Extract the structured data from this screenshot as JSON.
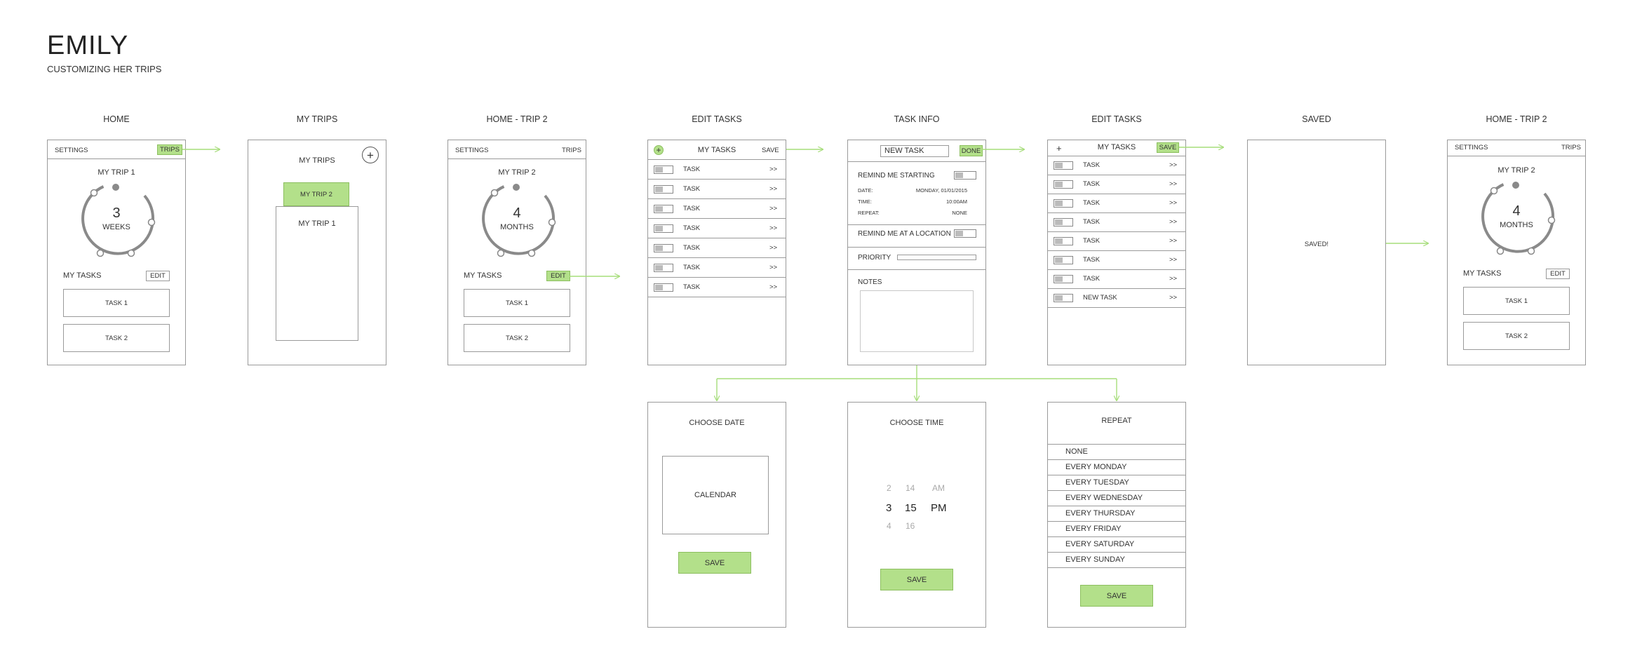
{
  "header": {
    "title": "EMILY",
    "subtitle": "CUSTOMIZING HER TRIPS"
  },
  "screen_titles": {
    "home": "HOME",
    "my_trips": "MY TRIPS",
    "home_trip2": "HOME - TRIP 2",
    "edit_tasks": "EDIT TASKS",
    "task_info": "TASK INFO",
    "edit_tasks2": "EDIT TASKS",
    "saved": "SAVED",
    "home_trip2_final": "HOME - TRIP 2"
  },
  "home": {
    "settings": "SETTINGS",
    "trips": "TRIPS",
    "trip_name": "MY TRIP 1",
    "count": "3",
    "unit": "WEEKS",
    "tasks_label": "MY TASKS",
    "edit": "EDIT",
    "tasks": [
      "TASK 1",
      "TASK 2"
    ]
  },
  "my_trips": {
    "heading": "MY TRIPS",
    "add_icon": "+",
    "trip2": "MY TRIP 2",
    "trip1": "MY TRIP 1"
  },
  "home_trip2": {
    "settings": "SETTINGS",
    "trips": "TRIPS",
    "trip_name": "MY TRIP 2",
    "count": "4",
    "unit": "MONTHS",
    "tasks_label": "MY TASKS",
    "edit": "EDIT",
    "tasks": [
      "TASK 1",
      "TASK 2"
    ]
  },
  "edit_tasks": {
    "add_icon": "+",
    "heading": "MY TASKS",
    "save": "SAVE",
    "rows": [
      "TASK",
      "TASK",
      "TASK",
      "TASK",
      "TASK",
      "TASK",
      "TASK"
    ],
    "arrow": ">>"
  },
  "task_info": {
    "name_value": "NEW TASK",
    "done": "DONE",
    "remind_starting": "REMIND ME STARTING",
    "date_label": "DATE:",
    "date_value": "MONDAY, 01/01/2015",
    "time_label": "TIME:",
    "time_value": "10:00AM",
    "repeat_label": "REPEAT:",
    "repeat_value": "NONE",
    "remind_location": "REMIND ME AT A LOCATION",
    "priority": "PRIORITY",
    "notes": "NOTES"
  },
  "edit_tasks2": {
    "add_icon": "+",
    "heading": "MY TASKS",
    "save": "SAVE",
    "rows": [
      "TASK",
      "TASK",
      "TASK",
      "TASK",
      "TASK",
      "TASK",
      "TASK",
      "NEW TASK"
    ],
    "arrow": ">>"
  },
  "saved": {
    "message": "SAVED!"
  },
  "home_trip2_final": {
    "settings": "SETTINGS",
    "trips": "TRIPS",
    "trip_name": "MY TRIP 2",
    "count": "4",
    "unit": "MONTHS",
    "tasks_label": "MY TASKS",
    "edit": "EDIT",
    "tasks": [
      "TASK 1",
      "TASK 2"
    ]
  },
  "choose_date": {
    "heading": "CHOOSE DATE",
    "calendar": "CALENDAR",
    "save": "SAVE"
  },
  "choose_time": {
    "heading": "CHOOSE TIME",
    "prev": [
      "2",
      "14",
      "AM"
    ],
    "current": [
      "3",
      "15",
      "PM"
    ],
    "next": [
      "4",
      "16"
    ],
    "save": "SAVE"
  },
  "repeat": {
    "heading": "REPEAT",
    "options": [
      "NONE",
      "EVERY MONDAY",
      "EVERY TUESDAY",
      "EVERY WEDNESDAY",
      "EVERY THURSDAY",
      "EVERY FRIDAY",
      "EVERY SATURDAY",
      "EVERY SUNDAY"
    ],
    "save": "SAVE"
  },
  "colors": {
    "accent": "#b3e08a",
    "flow_line": "#a6dd7a",
    "border": "#9a9a9a"
  }
}
